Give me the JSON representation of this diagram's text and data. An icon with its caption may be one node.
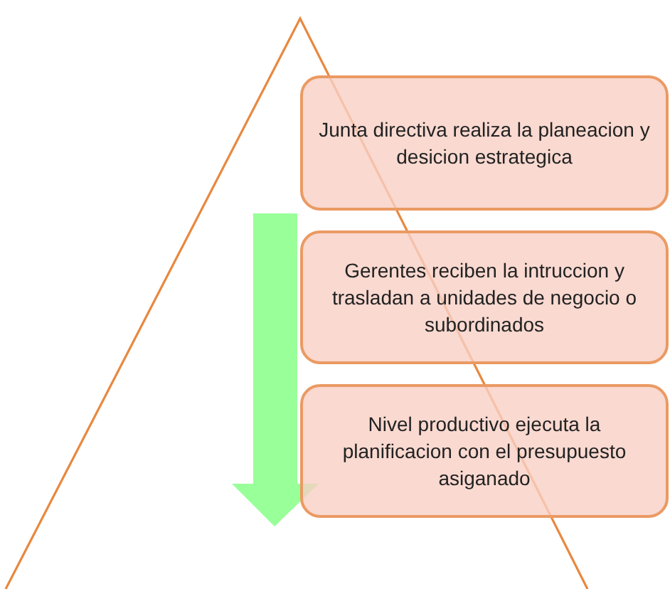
{
  "diagram": {
    "nodes": [
      {
        "text": [
          "Junta directiva realiza la planeacion y desicion estrategica"
        ]
      },
      {
        "text": [
          "Gerentes reciben la intruccion y trasladan a unidades de negocio o subordinados"
        ]
      },
      {
        "text": [
          "Nivel productivo ejecuta la planificacion con el presupuesto asiganado"
        ]
      }
    ]
  }
}
